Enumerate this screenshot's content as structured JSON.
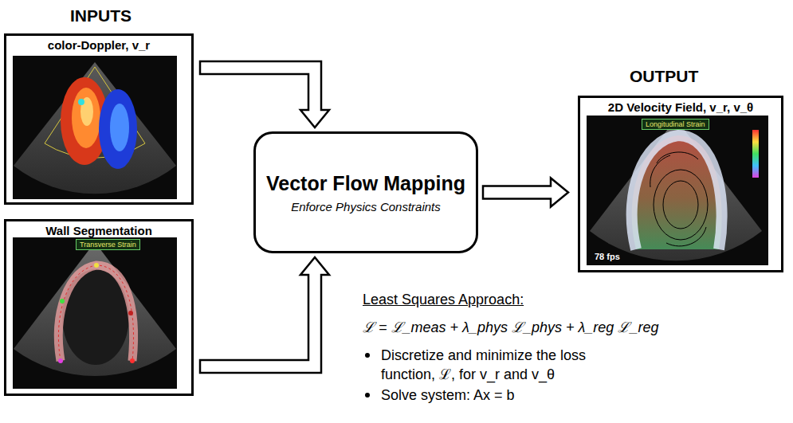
{
  "diagram": {
    "nodes": [
      {
        "text": [
          "color-Doppler, v_r"
        ]
      },
      {
        "text": [
          "Wall Segmentation"
        ]
      },
      {
        "text": [
          "Vector Flow Mapping",
          "Enforce Physics Constraints"
        ]
      },
      {
        "text": [
          "2D Velocity Field, v_r, v_θ"
        ]
      }
    ],
    "edges": [
      {
        "from": 0,
        "to": 2,
        "arrow": "to"
      },
      {
        "from": 1,
        "to": 2,
        "arrow": "to"
      },
      {
        "from": 2,
        "to": 3,
        "arrow": "to"
      }
    ],
    "labels": [
      "INPUTS",
      "OUTPUT",
      "Transverse Strain",
      "Longitudinal Strain",
      "78 fps",
      "Least Squares Approach:",
      "ℒ = ℒ_meas + λ_phys ℒ_phys + λ_reg ℒ_reg",
      "Discretize and minimize the loss function, ℒ, for v_r and v_θ",
      "Solve system: Ax = b"
    ]
  }
}
